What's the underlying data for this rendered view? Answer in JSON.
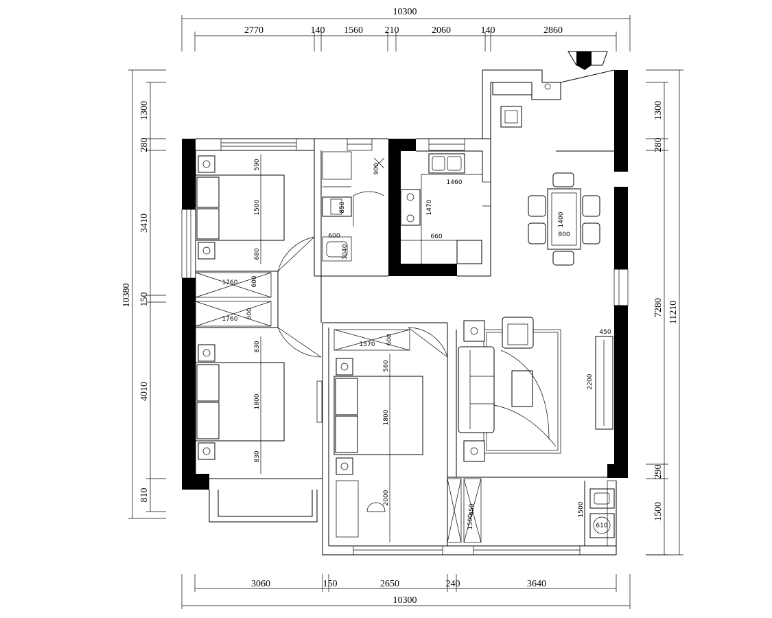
{
  "dimensions": {
    "top_total": "10300",
    "top_segments": [
      "2770",
      "140",
      "1560",
      "210",
      "2060",
      "140",
      "2860"
    ],
    "bottom_segments": [
      "3060",
      "150",
      "2650",
      "240",
      "3640"
    ],
    "bottom_total": "10300",
    "left_total": "10380",
    "left_segments": [
      "1300",
      "280",
      "3410",
      "150",
      "4010",
      "810"
    ],
    "right_total": "11210",
    "right_segments": [
      "1300",
      "280",
      "7280",
      "290",
      "1500"
    ]
  },
  "room_dims": {
    "bed1_a": "590",
    "bed1_b": "1500",
    "bed1_c": "680",
    "wardrobe_1": "1760",
    "wardrobe_1d": "600",
    "wardrobe_2": "1760",
    "wardrobe_2d": "600",
    "bed2_a": "830",
    "bed2_b": "1800",
    "bed2_c": "830",
    "bath_a": "900",
    "bath_b": "850",
    "bath_c": "600",
    "bath_d": "1040",
    "kitchen_a": "1460",
    "kitchen_b": "1470",
    "kitchen_c": "660",
    "table_a": "1400",
    "table_b": "800",
    "bed3_wardrobe": "1570",
    "bed3_wardrobe_d": "600",
    "bed3_a": "560",
    "bed3_b": "1800",
    "bed3_c": "2000",
    "tv_depth": "450",
    "tv_len": "2200",
    "cab_a": "450",
    "cab_b": "1500",
    "balcony_a": "1500",
    "balcony_b": "610"
  }
}
